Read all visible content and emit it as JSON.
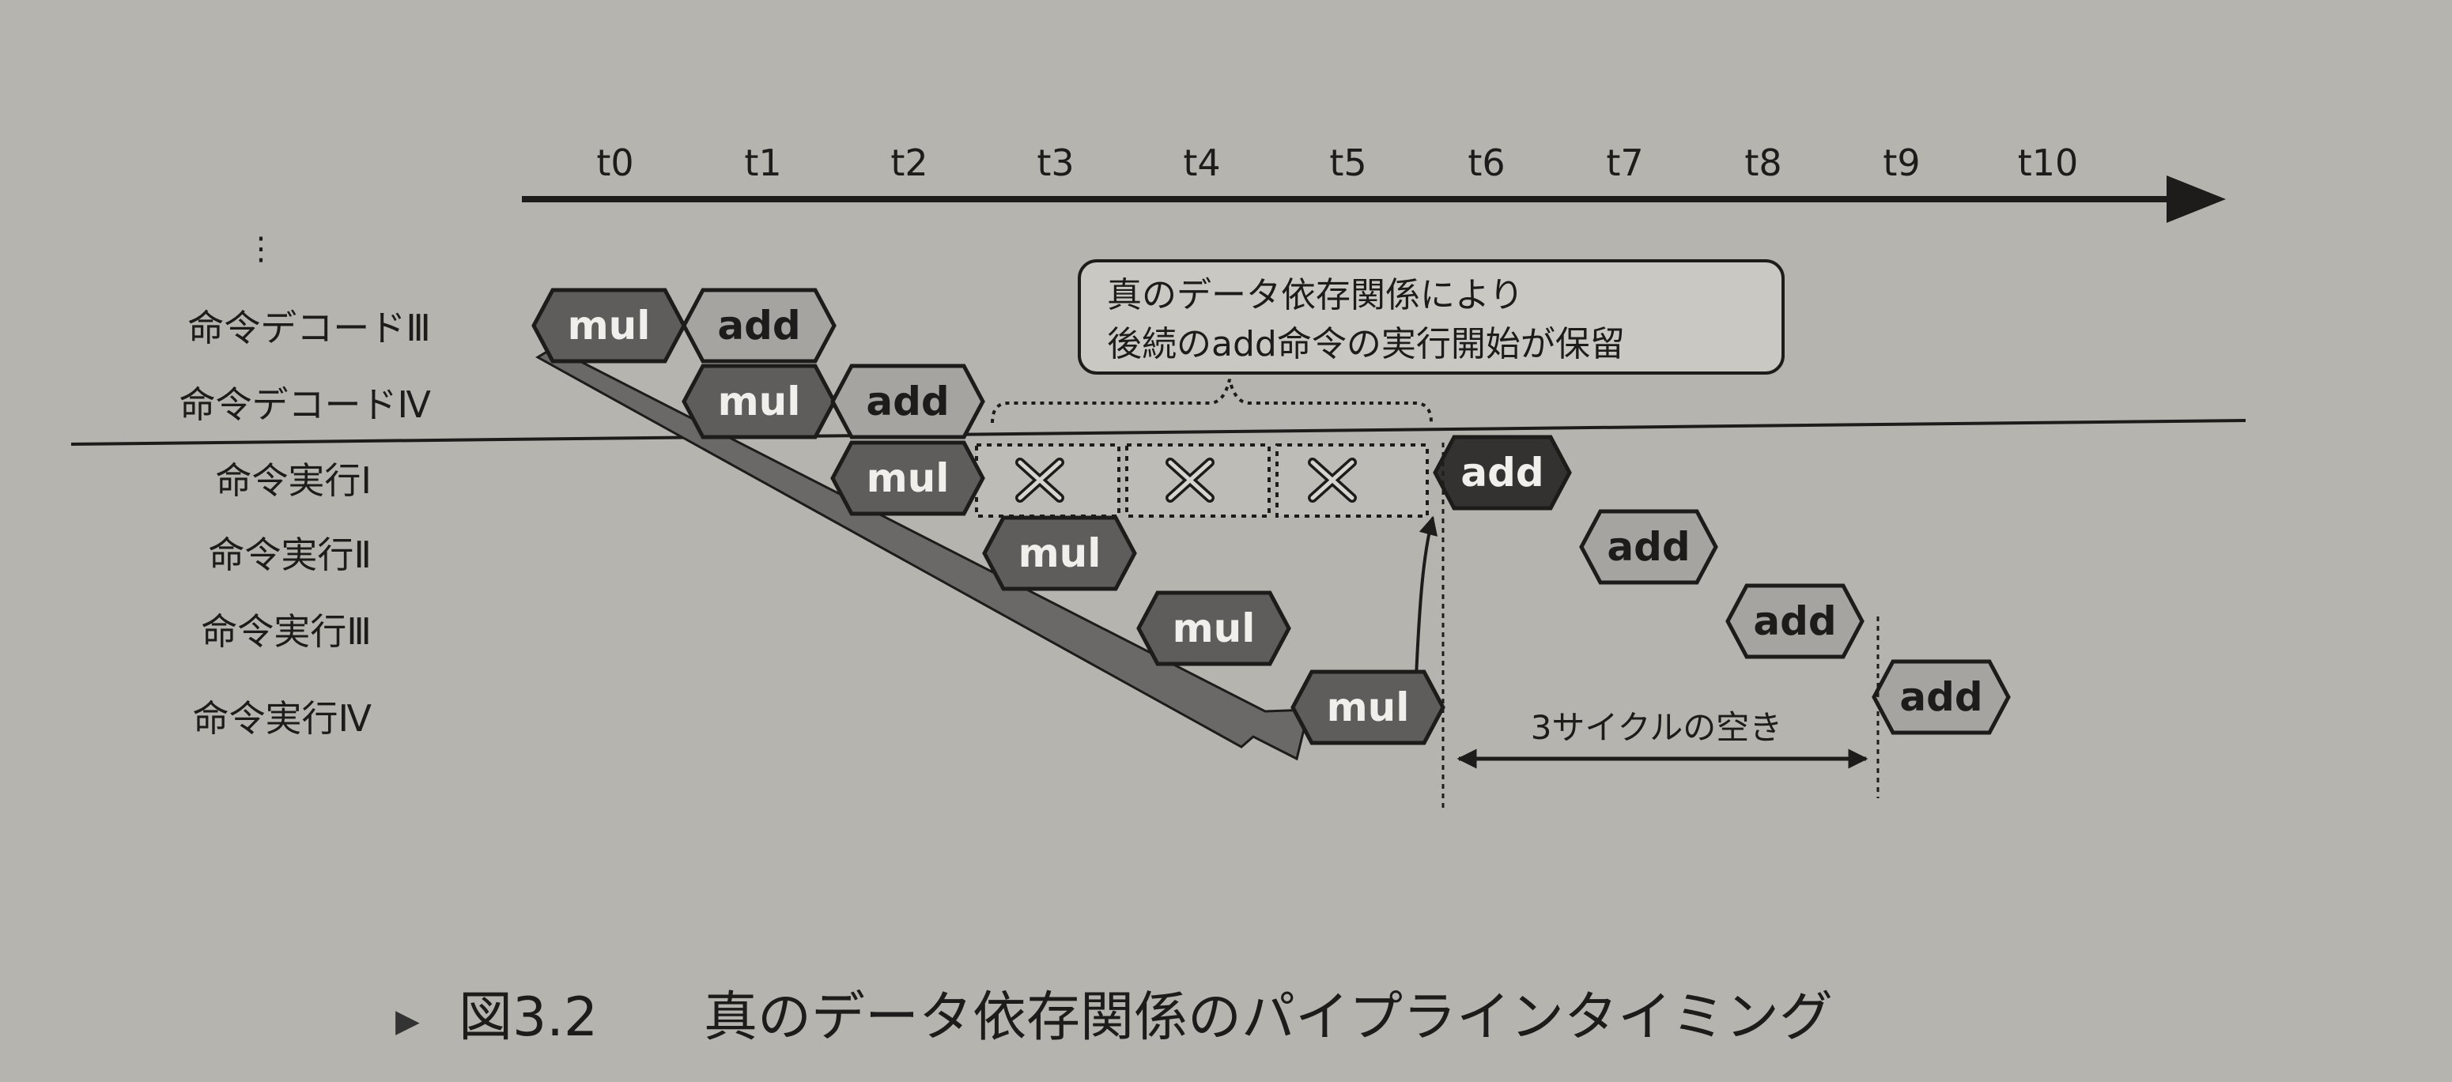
{
  "time_labels": [
    "t0",
    "t1",
    "t2",
    "t3",
    "t4",
    "t5",
    "t6",
    "t7",
    "t8",
    "t9",
    "t10"
  ],
  "row_labels": {
    "ellipsis": "⋮",
    "decode3": "命令デコードⅢ",
    "decode4": "命令デコードⅣ",
    "exec1": "命令実行Ⅰ",
    "exec2": "命令実行Ⅱ",
    "exec3": "命令実行Ⅲ",
    "exec4": "命令実行Ⅳ"
  },
  "instructions": {
    "mul": "mul",
    "add": "add"
  },
  "callout": {
    "line1": "真のデータ依存関係により",
    "line2": "後続のadd命令の実行開始が保留"
  },
  "gap_label": "3サイクルの空き",
  "caption": {
    "marker": "▶",
    "number": "図3.2",
    "title": "真のデータ依存関係のパイプラインタイミング"
  },
  "colors": {
    "paper": "#b5b4af",
    "mul_fill": "#5e5d5b",
    "add_fill": "#a5a4a0",
    "add_exec1_fill": "#333231",
    "ink": "#1d1c1b"
  }
}
